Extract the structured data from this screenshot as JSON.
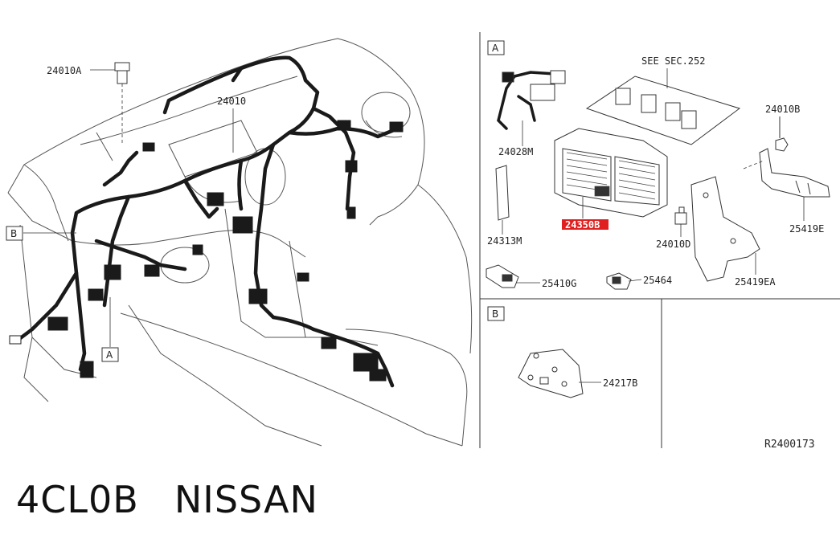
{
  "labels": {
    "p24010A": "24010A",
    "p24010": "24010",
    "pB_main": "B",
    "pA_main": "A",
    "pA_detail": "A",
    "see_sec": "SEE SEC.252",
    "p24010B": "24010B",
    "p24028M": "24028M",
    "p24350B": "24350B",
    "p25419E": "25419E",
    "p24313M": "24313M",
    "p24010D": "24010D",
    "p25410G": "25410G",
    "p25464": "25464",
    "p25419EA": "25419EA",
    "pB_detail": "B",
    "p24217B": "24217B",
    "ref": "R2400173"
  },
  "footer": {
    "code": "4CL0B",
    "brand": "NISSAN"
  },
  "colors": {
    "highlight": "#e02020",
    "line": "#333333",
    "harness": "#1a1a1a"
  }
}
